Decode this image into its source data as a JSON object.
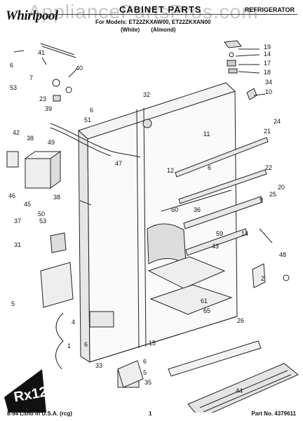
{
  "header": {
    "brand": "Whirlpool",
    "watermark": "AppliancePartsPros.com",
    "title": "CABINET PARTS",
    "models_line": "For Models: ET22ZKXAW00, ET22ZKXAN00",
    "colors_line": "(White) (Almond)",
    "product_type": "REFRIGERATOR"
  },
  "footer": {
    "left": "8-94 Litho in U.S.A. (rcg)",
    "center": "1",
    "right": "Part No. 4379611"
  },
  "stamp_text": "Rx12",
  "callouts": [
    "6",
    "41",
    "40",
    "7",
    "53",
    "23",
    "39",
    "19",
    "14",
    "17",
    "18",
    "34",
    "10",
    "32",
    "6",
    "51",
    "11",
    "24",
    "21",
    "22",
    "20",
    "25",
    "12",
    "6",
    "9",
    "36",
    "60",
    "59",
    "43",
    "42",
    "38",
    "49",
    "47",
    "46",
    "45",
    "50",
    "38",
    "37",
    "53",
    "31",
    "14",
    "48",
    "5",
    "4",
    "6",
    "61",
    "65",
    "15",
    "26",
    "2",
    "33",
    "6",
    "5",
    "35",
    "44",
    "1"
  ]
}
